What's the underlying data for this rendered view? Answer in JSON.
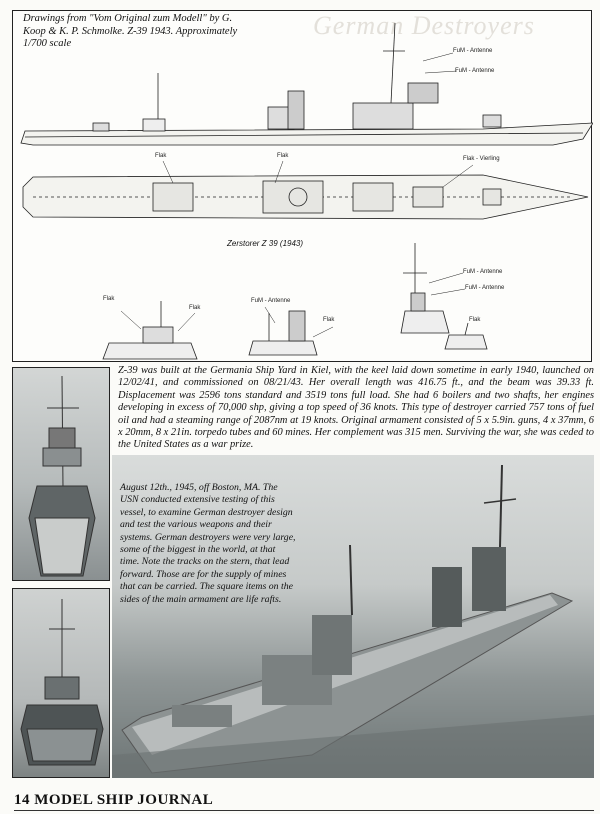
{
  "drawing": {
    "caption": "Drawings from \"Vom Original zum Modell\" by G. Koop & K. P. Schmolke. Z-39  1943.  Approximately 1/700 scale",
    "faint_title": "German Destroyers",
    "labels": {
      "fum1": "FuM - Antenne",
      "fum2": "FuM - Antenne",
      "flak1": "Flak",
      "flak2": "Flak",
      "flakv": "Flak - Vierling",
      "zerst": "Zerstorer  Z 39  (1943)",
      "flak3": "Flak",
      "flak4": "Flak",
      "fum3": "FuM - Antenne",
      "flak5": "Flak",
      "fum4": "FuM - Antenne",
      "fum5": "FuM - Antenne",
      "flak6": "Flak"
    }
  },
  "body_text": "Z-39 was built at the Germania Ship Yard in Kiel, with the keel laid down sometime in early 1940, launched on 12/02/41, and commissioned on 08/21/43. Her overall length was 416.75 ft., and the beam was 39.33 ft. Displacement was 2596 tons standard and 3519 tons full load. She had 6 boilers and two shafts, her engines developing in excess of 70,000 shp, giving a top speed of 36 knots. This type of destroyer carried 757 tons of fuel oil and had a steaming range of 2087nm at 19 knots. Original armament consisted of 5 x 5.9in. guns, 4 x 37mm, 6 x 20mm, 8 x 21in. torpedo tubes and 60 mines. Her complement was 315 men. Surviving the war, she was ceded to the United States as a war prize.",
  "photo_caption": "August 12th., 1945, off Boston, MA. The USN conducted extensive testing of this vessel, to examine German destroyer design and test the various weapons and their systems. German destroyers were very large, some of the biggest in the world, at that time. Note the tracks on the stern, that lead forward. Those are for the supply of mines that can be carried. The square items on the sides of the main armament are life rafts.",
  "footer": "14 MODEL SHIP JOURNAL"
}
